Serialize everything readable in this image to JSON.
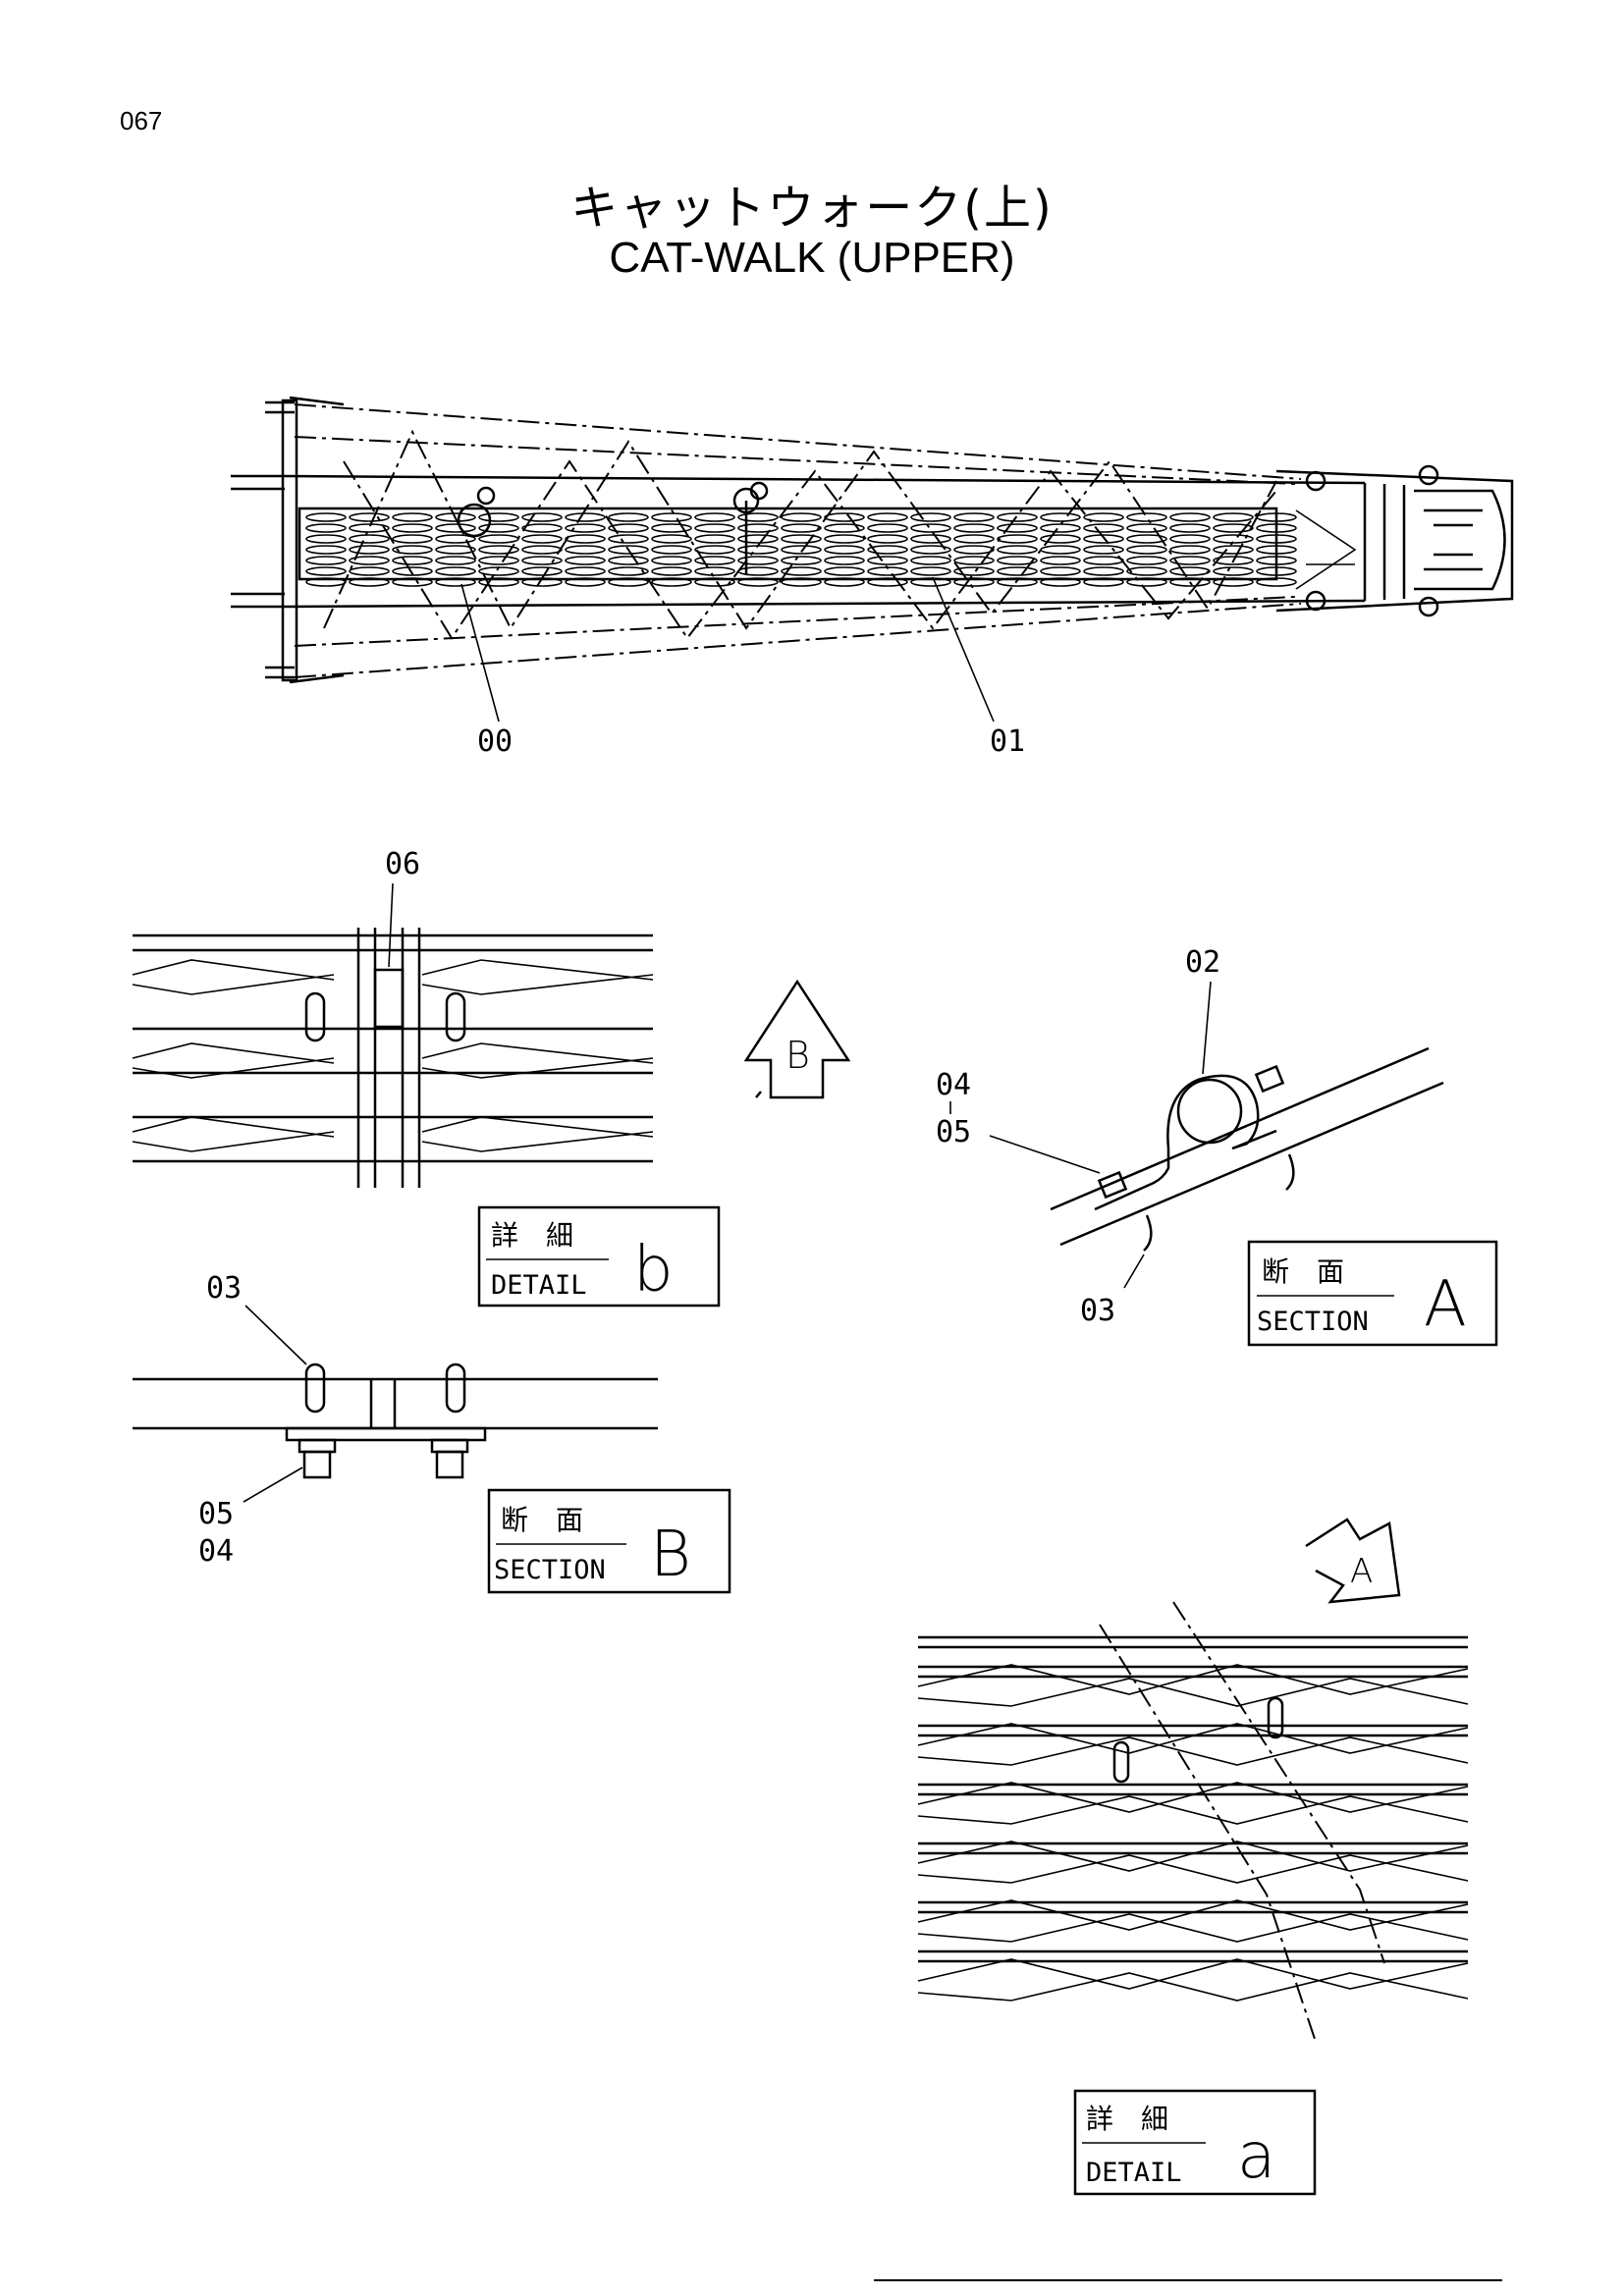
{
  "page": {
    "number": "067"
  },
  "title": {
    "japanese": "キャットウォーク(上)",
    "english": "CAT-WALK (UPPER)"
  },
  "part_labels": {
    "p00": "00",
    "p01": "01",
    "p02": "02",
    "p03a": "03",
    "p03b": "03",
    "p04a": "04",
    "p05a": "05",
    "p05b": "05",
    "p04b": "04",
    "p06": "06"
  },
  "view_arrows": {
    "b": "B",
    "a": "A"
  },
  "boxes": {
    "detail_b": {
      "jp": "詳　細",
      "en": "DETAIL",
      "letter": "b"
    },
    "section_a": {
      "jp": "断　面",
      "en": "SECTION",
      "letter": "A"
    },
    "section_b": {
      "jp": "断　面",
      "en": "SECTION",
      "letter": "B"
    },
    "detail_a": {
      "jp": "詳　細",
      "en": "DETAIL",
      "letter": "a"
    }
  }
}
